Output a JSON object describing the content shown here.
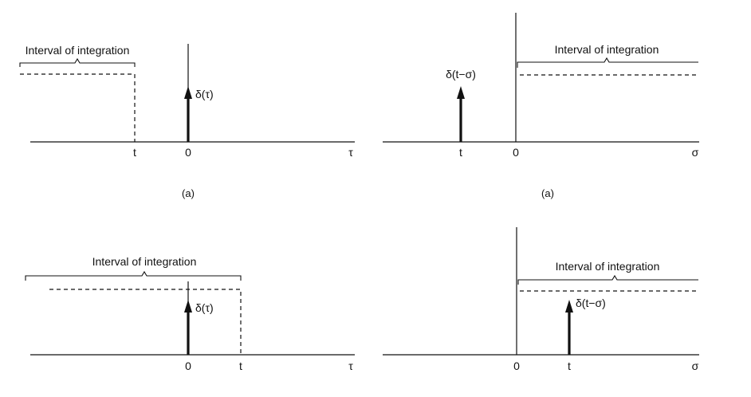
{
  "panels": {
    "top_left": {
      "interval_label": "Interval of integration",
      "impulse_label": "δ(τ)",
      "tick_t": "t",
      "tick_zero": "0",
      "axis_var": "τ",
      "caption": "(a)"
    },
    "top_right": {
      "interval_label": "Interval of integration",
      "impulse_label": "δ(t−σ)",
      "tick_t": "t",
      "tick_zero": "0",
      "axis_var": "σ",
      "caption": "(a)"
    },
    "bottom_left": {
      "interval_label": "Interval of integration",
      "impulse_label": "δ(τ)",
      "tick_zero": "0",
      "tick_t": "t",
      "axis_var": "τ"
    },
    "bottom_right": {
      "interval_label": "Interval of integration",
      "impulse_label": "δ(t−σ)",
      "tick_zero": "0",
      "tick_t": "t",
      "axis_var": "σ"
    }
  }
}
